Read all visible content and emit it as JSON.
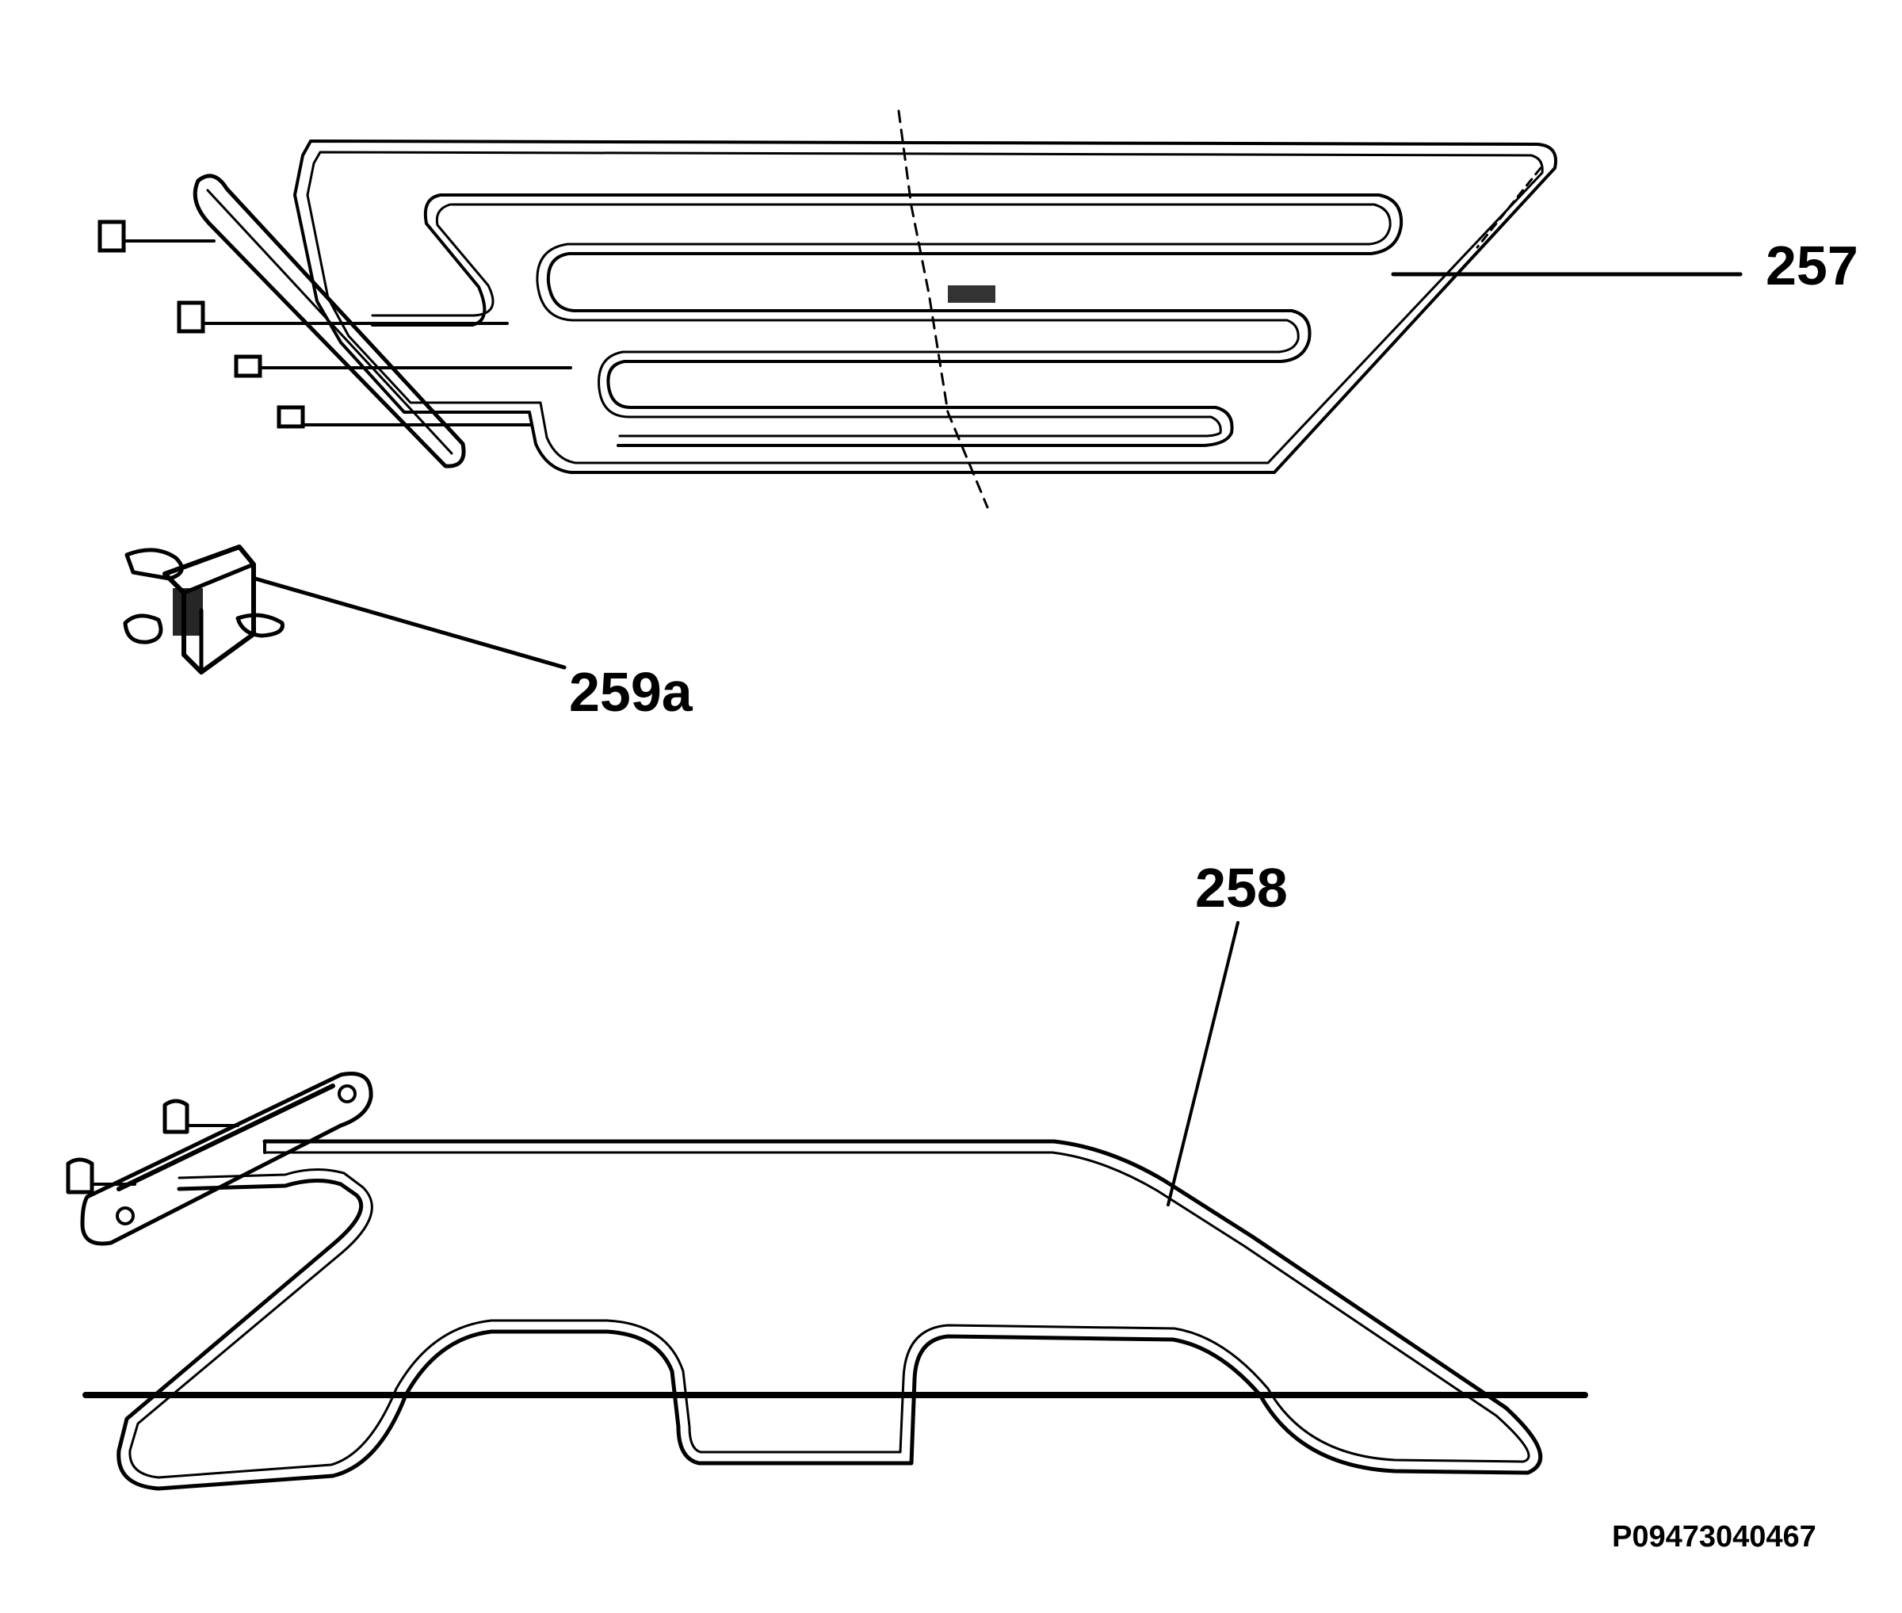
{
  "callouts": {
    "part_257": "257",
    "part_258": "258",
    "part_259a": "259a"
  },
  "figure_id": "P09473040467",
  "colors": {
    "ink": "#000000",
    "paper": "#ffffff"
  }
}
